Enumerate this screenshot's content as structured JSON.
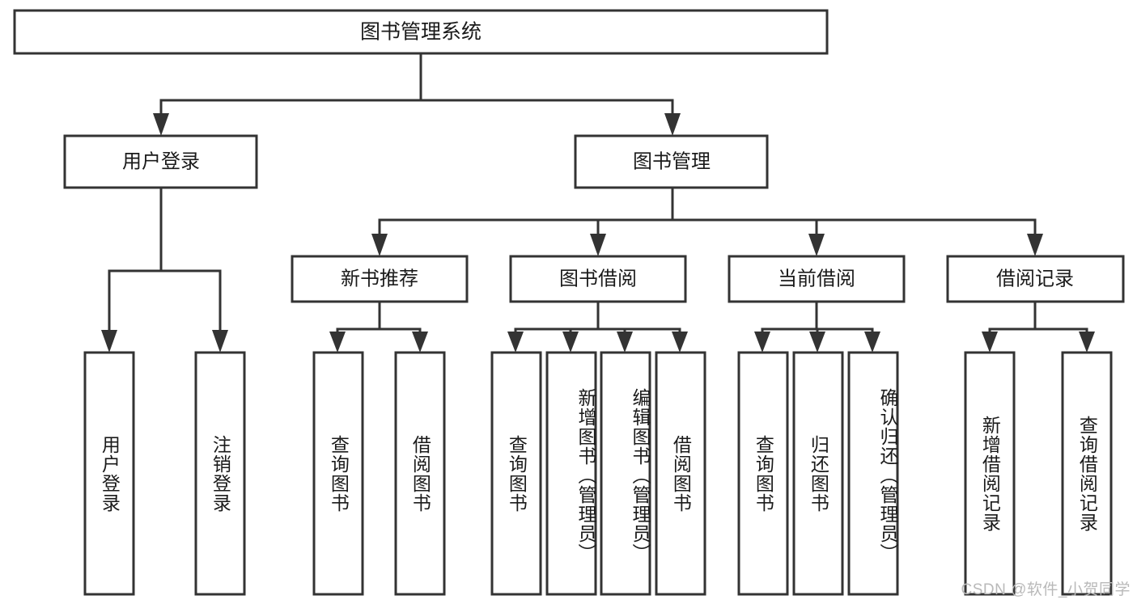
{
  "diagram": {
    "type": "tree",
    "title": "图书管理系统",
    "watermark": "CSDN @软件_小贺同学",
    "colors": {
      "box_stroke": "#333333",
      "box_fill": "#ffffff",
      "text": "#1a1a1a",
      "watermark": "#b9b9b9",
      "background": "#ffffff"
    },
    "levels": {
      "root": "图书管理系统",
      "level2": [
        "用户登录",
        "图书管理"
      ],
      "level3": [
        "新书推荐",
        "图书借阅",
        "当前借阅",
        "借阅记录"
      ],
      "leaves": [
        "用户登录",
        "注销登录",
        "查询图书",
        "借阅图书",
        "查询图书",
        "新增图书（管理员）",
        "编辑图书（管理员）",
        "借阅图书",
        "查询图书",
        "归还图书",
        "确认归还（管理员）",
        "新增借阅记录",
        "查询借阅记录"
      ]
    },
    "nodes": {
      "root": {
        "label": "图书管理系统"
      },
      "user_login": {
        "label": "用户登录"
      },
      "book_manage": {
        "label": "图书管理"
      },
      "new_book_rec": {
        "label": "新书推荐"
      },
      "book_borrow": {
        "label": "图书借阅"
      },
      "current_borrow": {
        "label": "当前借阅"
      },
      "borrow_record": {
        "label": "借阅记录"
      },
      "leaf_user_login": {
        "label": "用户登录"
      },
      "leaf_logout": {
        "label": "注销登录"
      },
      "leaf_query_book_a": {
        "label": "查询图书"
      },
      "leaf_borrow_book_a": {
        "label": "借阅图书"
      },
      "leaf_query_book_b": {
        "label": "查询图书"
      },
      "leaf_add_book_admin": {
        "label": "新增图书（管理员）"
      },
      "leaf_edit_book_admin": {
        "label": "编辑图书（管理员）"
      },
      "leaf_borrow_book_b": {
        "label": "借阅图书"
      },
      "leaf_query_book_c": {
        "label": "查询图书"
      },
      "leaf_return_book": {
        "label": "归还图书"
      },
      "leaf_confirm_return_admin": {
        "label": "确认归还（管理员）"
      },
      "leaf_add_borrow_record": {
        "label": "新增借阅记录"
      },
      "leaf_query_borrow_record": {
        "label": "查询借阅记录"
      }
    },
    "edges": [
      {
        "from": "root",
        "to": "user_login"
      },
      {
        "from": "root",
        "to": "book_manage"
      },
      {
        "from": "user_login",
        "to": "leaf_user_login"
      },
      {
        "from": "user_login",
        "to": "leaf_logout"
      },
      {
        "from": "book_manage",
        "to": "new_book_rec"
      },
      {
        "from": "book_manage",
        "to": "book_borrow"
      },
      {
        "from": "book_manage",
        "to": "current_borrow"
      },
      {
        "from": "book_manage",
        "to": "borrow_record"
      },
      {
        "from": "new_book_rec",
        "to": "leaf_query_book_a"
      },
      {
        "from": "new_book_rec",
        "to": "leaf_borrow_book_a"
      },
      {
        "from": "book_borrow",
        "to": "leaf_query_book_b"
      },
      {
        "from": "book_borrow",
        "to": "leaf_add_book_admin"
      },
      {
        "from": "book_borrow",
        "to": "leaf_edit_book_admin"
      },
      {
        "from": "book_borrow",
        "to": "leaf_borrow_book_b"
      },
      {
        "from": "current_borrow",
        "to": "leaf_query_book_c"
      },
      {
        "from": "current_borrow",
        "to": "leaf_return_book"
      },
      {
        "from": "current_borrow",
        "to": "leaf_confirm_return_admin"
      },
      {
        "from": "borrow_record",
        "to": "leaf_add_borrow_record"
      },
      {
        "from": "borrow_record",
        "to": "leaf_query_borrow_record"
      }
    ]
  }
}
